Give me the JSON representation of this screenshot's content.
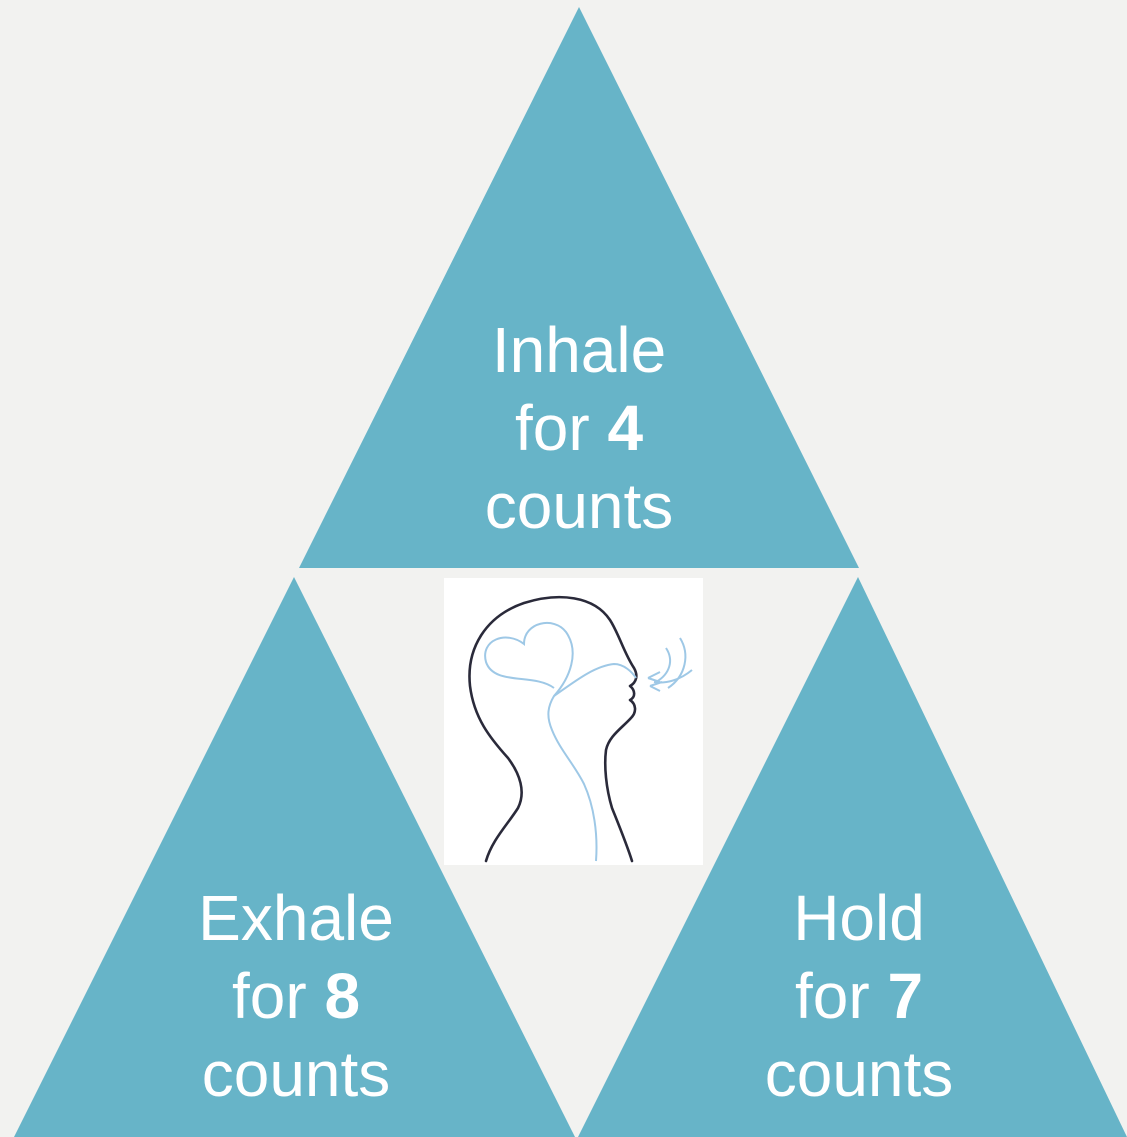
{
  "colors": {
    "background": "#f2f2f0",
    "triangle_fill": "#67b4c8",
    "text": "#ffffff",
    "head_outline": "#2a2a3a",
    "breath_line": "#9ec8e6"
  },
  "steps": [
    {
      "line1": "Inhale",
      "prefix": "for",
      "count": "4",
      "suffix": "counts"
    },
    {
      "line1": "Exhale",
      "prefix": "for",
      "count": "8",
      "suffix": "counts"
    },
    {
      "line1": "Hold",
      "prefix": "for",
      "count": "7",
      "suffix": "counts"
    }
  ],
  "illustration": {
    "icon": "head-breathing-icon"
  }
}
